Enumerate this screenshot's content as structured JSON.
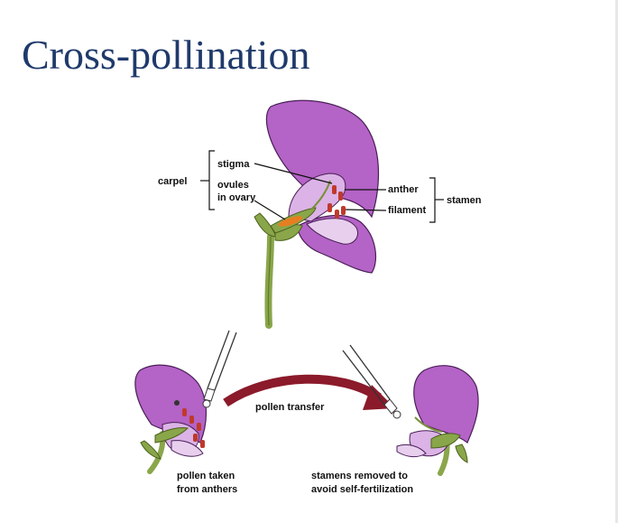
{
  "title": "Cross-pollination",
  "labels": {
    "carpel": "carpel",
    "stigma": "stigma",
    "ovules_line1": "ovules",
    "ovules_line2": "in ovary",
    "anther": "anther",
    "filament": "filament",
    "stamen": "stamen",
    "pollen_transfer": "pollen transfer",
    "left_caption_line1": "pollen taken",
    "left_caption_line2": "from anthers",
    "right_caption_line1": "stamens removed to",
    "right_caption_line2": "avoid self-fertilization"
  },
  "colors": {
    "title": "#1f3a6b",
    "petal": "#b463c6",
    "petal_light": "#dbb3e6",
    "stem": "#8aa64a",
    "anther": "#c0392b",
    "ovule": "#e67e22",
    "arrow": "#8b1a2a"
  }
}
